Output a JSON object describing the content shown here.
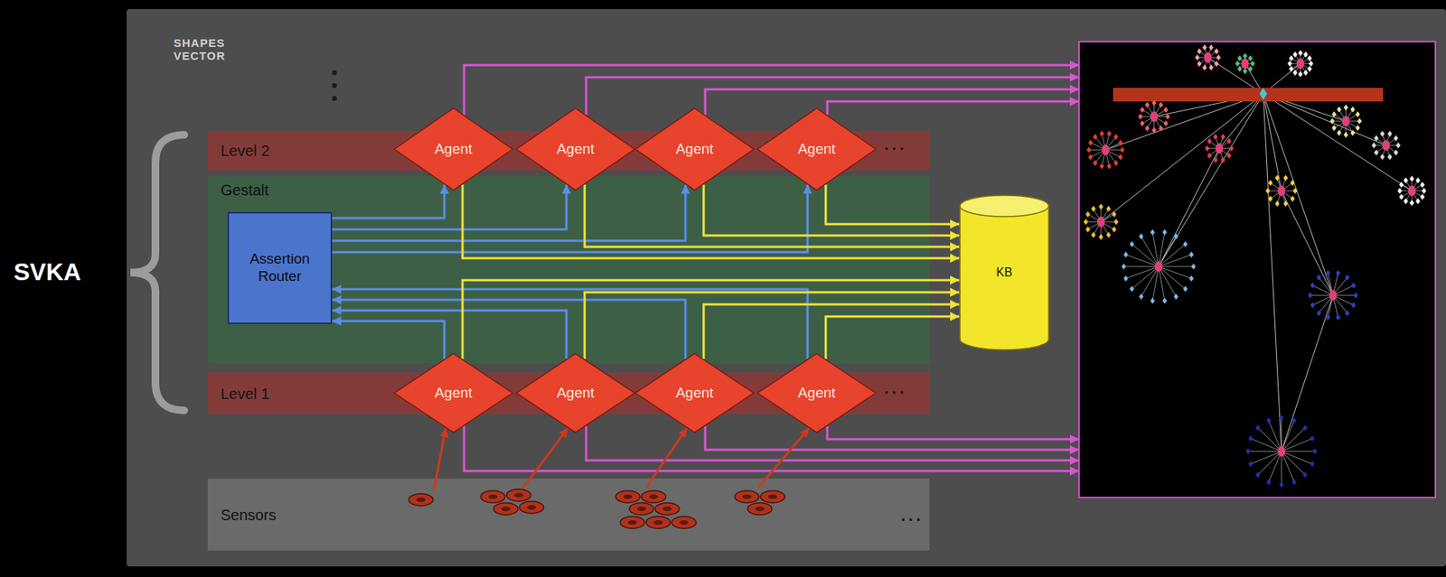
{
  "diagram": {
    "nodes": [
      {
        "text": [
          "SHAPES VECTOR"
        ]
      },
      {
        "text": [
          "Level 2"
        ],
        "in": 0
      },
      {
        "text": [
          "Agent"
        ],
        "in": 1
      },
      {
        "text": [
          "Agent"
        ],
        "in": 1
      },
      {
        "text": [
          "Agent"
        ],
        "in": 1
      },
      {
        "text": [
          "Agent"
        ],
        "in": 1
      },
      {
        "text": [
          "Gestalt"
        ],
        "in": 0
      },
      {
        "text": [
          "Assertion Router"
        ],
        "in": 6
      },
      {
        "text": [
          "KB"
        ],
        "in": 0
      },
      {
        "text": [
          "Level 1"
        ],
        "in": 0
      },
      {
        "text": [
          "Agent"
        ],
        "in": 9
      },
      {
        "text": [
          "Agent"
        ],
        "in": 9
      },
      {
        "text": [
          "Agent"
        ],
        "in": 9
      },
      {
        "text": [
          "Agent"
        ],
        "in": 9
      },
      {
        "text": [
          "Sensors"
        ],
        "in": 0
      }
    ],
    "edges": [
      {
        "from": 7,
        "to": 2,
        "arrow": "to"
      },
      {
        "from": 7,
        "to": 3,
        "arrow": "to"
      },
      {
        "from": 7,
        "to": 4,
        "arrow": "to"
      },
      {
        "from": 7,
        "to": 5,
        "arrow": "to"
      },
      {
        "from": 10,
        "to": 7,
        "arrow": "to"
      },
      {
        "from": 11,
        "to": 7,
        "arrow": "to"
      },
      {
        "from": 12,
        "to": 7,
        "arrow": "to"
      },
      {
        "from": 13,
        "to": 7,
        "arrow": "to"
      },
      {
        "from": 2,
        "to": 8,
        "arrow": "to"
      },
      {
        "from": 3,
        "to": 8,
        "arrow": "to"
      },
      {
        "from": 4,
        "to": 8,
        "arrow": "to"
      },
      {
        "from": 5,
        "to": 8,
        "arrow": "to"
      },
      {
        "from": 10,
        "to": 8,
        "arrow": "to"
      },
      {
        "from": 11,
        "to": 8,
        "arrow": "to"
      },
      {
        "from": 12,
        "to": 8,
        "arrow": "to"
      },
      {
        "from": 13,
        "to": 8,
        "arrow": "to"
      }
    ],
    "labels": [
      "SVKA",
      "...",
      "...",
      "..."
    ]
  }
}
